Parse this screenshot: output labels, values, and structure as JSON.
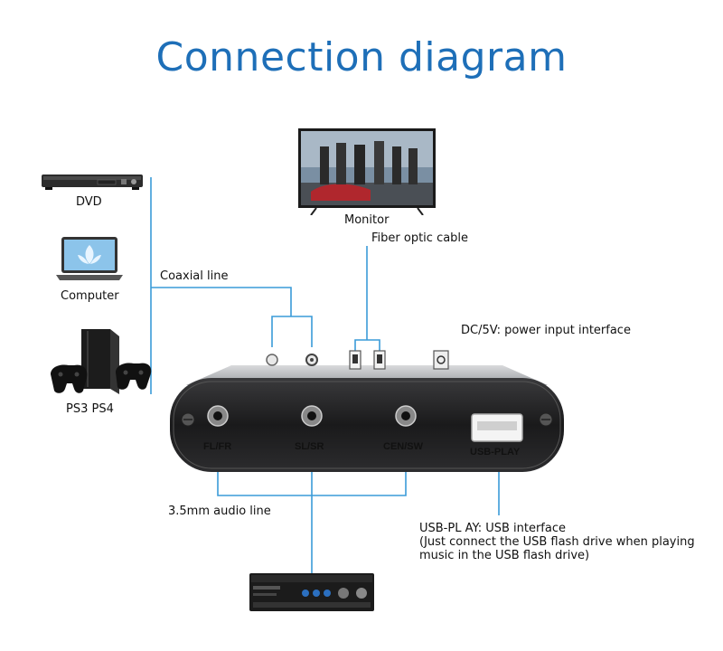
{
  "title": "Connection diagram",
  "sources": {
    "dvd": "DVD",
    "computer": "Computer",
    "ps": "PS3  PS4"
  },
  "monitor": {
    "label": "Monitor",
    "cable": "Fiber optic cable"
  },
  "coaxial": "Coaxial line",
  "dc": "DC/5V: power input interface",
  "jacks": [
    "FL/FR",
    "SL/SR",
    "CEN/SW",
    "USB-PLAY"
  ],
  "audio_line": "3.5mm audio line",
  "usb_info": {
    "line1": "USB-PL AY: USB interface",
    "line2": "(Just connect the USB flash drive when playing",
    "line3": "music in the USB flash drive)"
  },
  "colors": {
    "title": "#1e6fb8",
    "wire": "#3a9bd8"
  }
}
